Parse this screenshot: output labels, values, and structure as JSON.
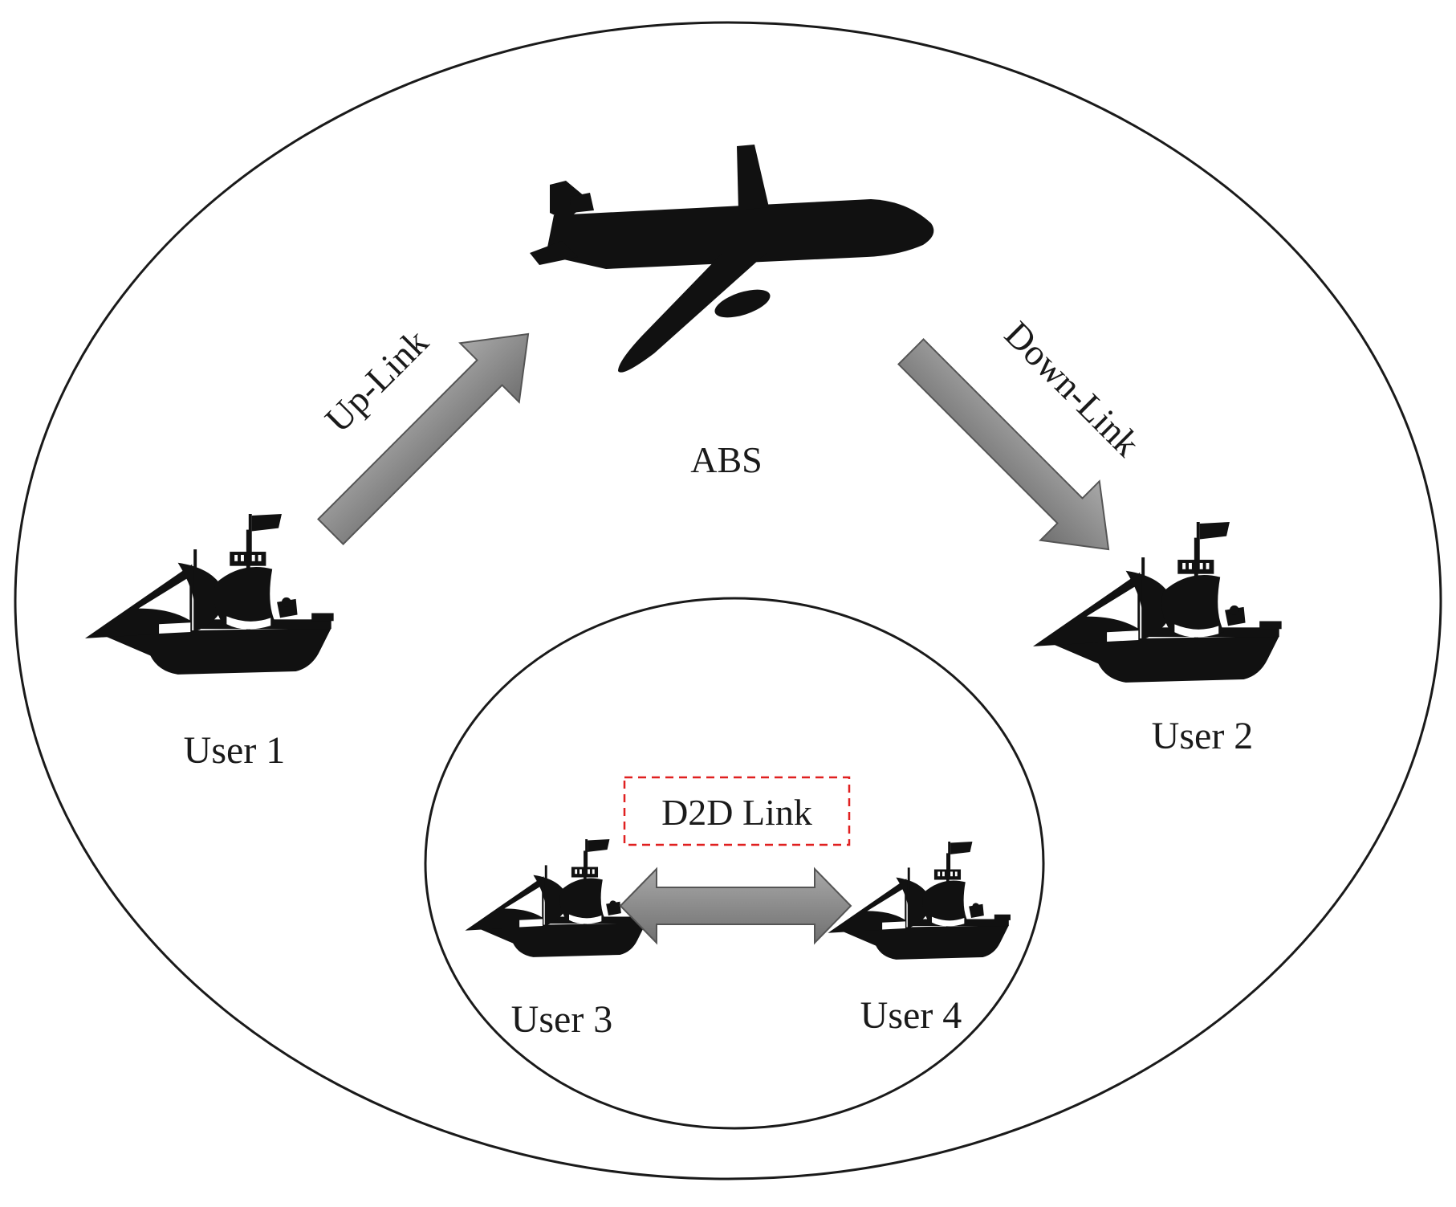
{
  "labels": {
    "abs": "ABS",
    "uplink": "Up-Link",
    "downlink": "Down-Link",
    "d2d": "D2D Link",
    "user1": "User 1",
    "user2": "User 2",
    "user3": "User 3",
    "user4": "User 4"
  },
  "icons": {
    "aircraft": "airplane-icon",
    "vessel": "sailing-ship-icon"
  },
  "colors": {
    "arrow_fill_light": "#a8a8a8",
    "arrow_fill_dark": "#707070",
    "d2d_box_border": "#e02020",
    "silhouette": "#111111"
  }
}
